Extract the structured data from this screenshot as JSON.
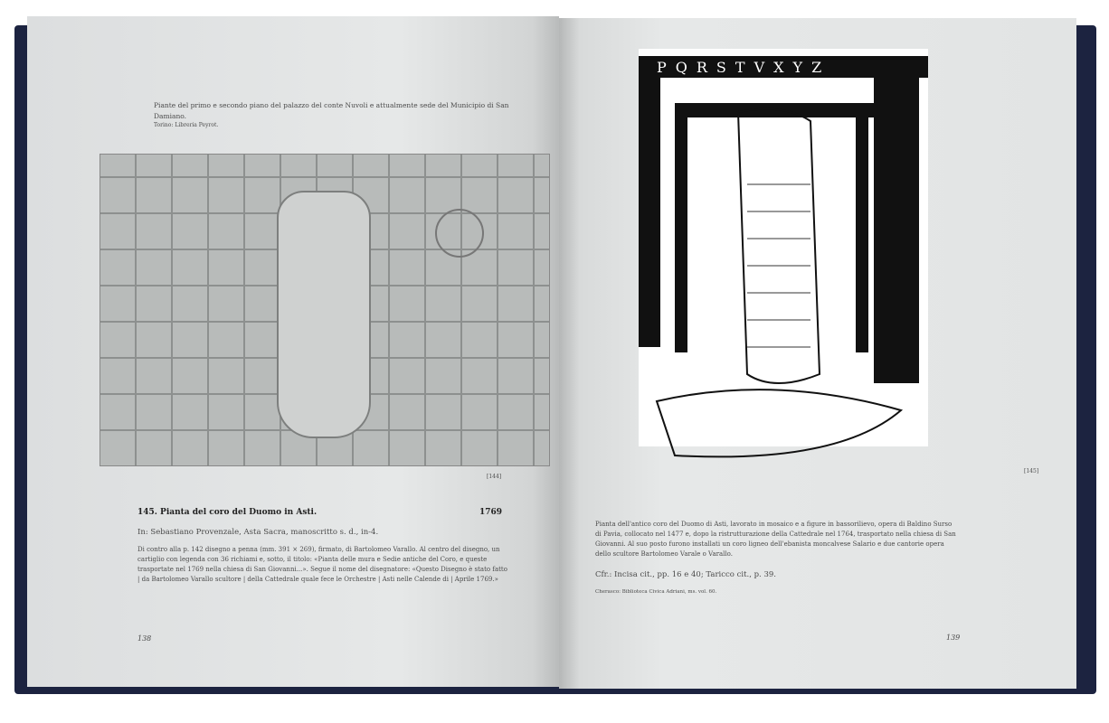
{
  "left_page": {
    "caption_top": "Piante del primo e secondo piano del palazzo del conte Nuvoli e attualmente sede del Municipio di San Damiano.",
    "source_top": "Torino: Libreria Peyrot.",
    "figure_number": "[144]",
    "entry_title": "145. Pianta del coro del Duomo in Asti.",
    "entry_year": "1769",
    "reference": "In: Sebastiano Provenzale, Asta Sacra, manoscritto s. d., in-4.",
    "description": "Di contro alla p. 142 disegno a penna (mm. 391 × 269), firmato, di Bartolomeo Varallo. Al centro del disegno, un cartiglio con legenda con 36 richiami e, sotto, il titolo: «Pianta delle mura e Sedie antiche del Coro, e queste trasportate nel 1769 nella chiesa di San Giovanni...». Segue il nome del disegnatore: «Questo Disegno è stato fatto | da Bartolomeo Varallo scultore | della Cattedrale quale fece le Orchestre | Asti nelle Calende di | Aprile 1769.»",
    "page_number": "138"
  },
  "right_page": {
    "drawing_letters": "PQRSTVXYZ",
    "figure_number": "[145]",
    "description": "Pianta dell'antico coro del Duomo di Asti, lavorato in mosaico e a figure in bassorilievo, opera di Baldino Surso di Pavia, collocato nel 1477 e, dopo la ristrutturazione della Cattedrale nel 1764, trasportato nella chiesa di San Giovanni. Al suo posto furono installati un coro ligneo dell'ebanista moncalvese Salario e due cantorie opera dello scultore Bartolomeo Varale o Varallo.",
    "reference": "Cfr.: Incisa cit., pp. 16 e 40; Taricco cit., p. 39.",
    "source": "Cherasco: Biblioteca Civica Adriani, ms. vol. 60.",
    "page_number": "139"
  }
}
